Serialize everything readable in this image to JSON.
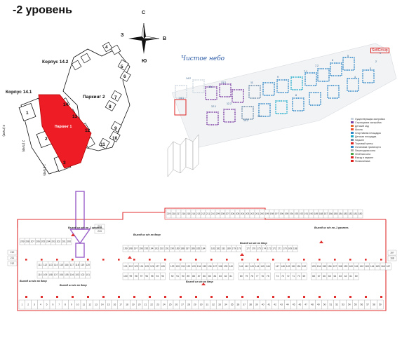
{
  "page": {
    "title": "-2 уровень"
  },
  "compass": {
    "north": "С",
    "south": "Ю",
    "east": "В",
    "west": "З"
  },
  "site_plan": {
    "building_14_2": "Корпус 14.2",
    "building_14_1": "Корпус 14.1",
    "parking_2": "Паркинг 2",
    "parking_1": "Паркинг 1",
    "sections": [
      "1",
      "2",
      "3",
      "4",
      "5",
      "6",
      "7",
      "8",
      "9",
      "10",
      "11",
      "12",
      "13",
      "14"
    ],
    "section_labels": [
      "3 (ПИФ)",
      "2 (ПИФ)",
      "1 (ПИФ)"
    ],
    "highlight_color": "#ee1c25"
  },
  "district_map": {
    "logo_text": "Чистое небо",
    "developer": "SetlGroup",
    "labels": [
      "14.2",
      "14.1",
      "13.1",
      "13.2",
      "12.1",
      "12.2",
      "11",
      "10.2",
      "10.1",
      "9",
      "8",
      "7.1",
      "7.2",
      "6",
      "5",
      "4",
      "3",
      "2",
      "1"
    ],
    "legend": [
      "Существующая застройка",
      "Строящаяся застройка",
      "Детский сад",
      "Школа",
      "Спортивная площадка",
      "Детская площадка",
      "Паркинг",
      "Торговый центр",
      "Остановка транспорта",
      "Пешеходная зона",
      "Зелёная зона",
      "Въезд в паркинг",
      "Поликлиника"
    ]
  },
  "parking_plan": {
    "accent": "#e03030",
    "highlight_color": "#8040c0",
    "exit_labels": [
      "Выход из м/с на -1 уровень",
      "Выход из м/с во двор",
      "Выход из м/с во двор",
      "Выход из м/с во двор",
      "Выход из м/с во двор",
      "Выход из м/с на -1 уровень",
      "Выход из м/с во двор"
    ],
    "row_top": [
      "219",
      "218",
      "217",
      "216",
      "215",
      "214",
      "213",
      "212",
      "211",
      "210",
      "209",
      "208",
      "207",
      "206",
      "205",
      "204",
      "203",
      "202",
      "201",
      "200",
      "199",
      "198",
      "197",
      "196",
      "195",
      "194",
      "193",
      "192",
      "191",
      "190",
      "189",
      "188",
      "187",
      "186",
      "185",
      "184",
      "183",
      "182",
      "181",
      "180"
    ],
    "row_upper": [
      "209",
      "208",
      "207",
      "206",
      "205",
      "204",
      "203",
      "202",
      "201",
      "200",
      "199",
      "198",
      "197",
      "196",
      "195",
      "194",
      "193",
      "192",
      "191",
      "190",
      "189",
      "188",
      "187",
      "186",
      "185",
      "184",
      "183",
      "182",
      "181",
      "180",
      "179",
      "178",
      "177",
      "176",
      "175",
      "174",
      "173",
      "172",
      "171",
      "170",
      "169",
      "168"
    ],
    "row_mid_a": [
      "111",
      "112",
      "113",
      "114",
      "115",
      "116",
      "117",
      "118",
      "119",
      "120",
      "121",
      "122",
      "123",
      "124",
      "125",
      "126",
      "127",
      "128",
      "129",
      "130",
      "131",
      "132",
      "133",
      "134",
      "135",
      "136",
      "137",
      "138",
      "139",
      "140",
      "141",
      "142",
      "143",
      "144",
      "145",
      "146",
      "147",
      "148",
      "149",
      "150",
      "151",
      "152",
      "153",
      "154",
      "155",
      "156",
      "157",
      "158",
      "159",
      "160",
      "161",
      "162",
      "163",
      "164",
      "165",
      "166",
      "167"
    ],
    "row_mid_b": [
      "110",
      "109",
      "108",
      "107",
      "106",
      "105",
      "104",
      "103",
      "102",
      "101",
      "100",
      "99",
      "98",
      "97",
      "96",
      "95",
      "94",
      "93",
      "92",
      "91",
      "90",
      "89",
      "88",
      "87",
      "86",
      "85",
      "84",
      "83",
      "82",
      "81",
      "80",
      "79",
      "78",
      "77",
      "76",
      "75",
      "74",
      "73",
      "72",
      "71",
      "70",
      "69",
      "68",
      "67",
      "66",
      "65",
      "64",
      "63",
      "62",
      "61",
      "60"
    ],
    "row_bottom": [
      "1",
      "2",
      "3",
      "4",
      "5",
      "6",
      "7",
      "8",
      "9",
      "10",
      "11",
      "12",
      "13",
      "14",
      "15",
      "16",
      "17",
      "18",
      "19",
      "20",
      "21",
      "22",
      "23",
      "24",
      "25",
      "26",
      "27",
      "28",
      "29",
      "30",
      "31",
      "32",
      "33",
      "34",
      "35",
      "36",
      "37",
      "38",
      "39",
      "40",
      "41",
      "42",
      "43",
      "44",
      "45",
      "46",
      "47",
      "48",
      "49",
      "50",
      "51",
      "52",
      "53",
      "54",
      "55",
      "56",
      "57",
      "58",
      "59"
    ],
    "left_block": [
      "210",
      "211",
      "212"
    ],
    "right_block": [
      "167",
      "168"
    ],
    "small_block": [
      "214",
      "213"
    ]
  }
}
